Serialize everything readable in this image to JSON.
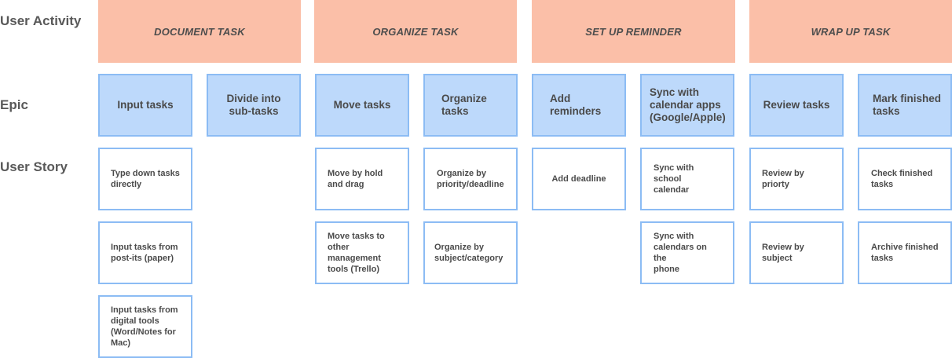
{
  "row_labels": {
    "activity": "User Activity",
    "epic": "Epic",
    "story": "User Story"
  },
  "activities": [
    "DOCUMENT TASK",
    "ORGANIZE TASK",
    "SET UP REMINDER",
    "WRAP UP TASK"
  ],
  "epics": [
    "Input tasks",
    "Divide into\nsub-tasks",
    "Move tasks",
    "Organize\ntasks",
    "Add\nreminders",
    "Sync with\ncalendar apps\n(Google/Apple)",
    "Review tasks",
    "Mark finished\ntasks"
  ],
  "stories": {
    "input_1": "Type down tasks\ndirectly",
    "input_2": "Input tasks from\npost-its (paper)",
    "input_3": "Input tasks from\ndigital tools\n(Word/Notes for\nMac)",
    "move_1": "Move by hold\nand drag",
    "move_2": "Move tasks to\nother\nmanagement\ntools (Trello)",
    "organize_1": "Organize by\npriority/deadline",
    "organize_2": "Organize by\nsubject/category",
    "reminder_1": "Add deadline",
    "sync_1": "Sync with school\ncalendar",
    "sync_2": "Sync with\ncalendars on the\nphone",
    "review_1": "Review by\npriorty",
    "review_2": "Review by\nsubject",
    "finish_1": "Check finished\ntasks",
    "finish_2": "Archive finished\ntasks"
  },
  "colors": {
    "activity_fill": "#fbbfa8",
    "epic_fill": "#bdd9fb",
    "card_border": "#8cbcf4",
    "story_fill": "#ffffff"
  }
}
